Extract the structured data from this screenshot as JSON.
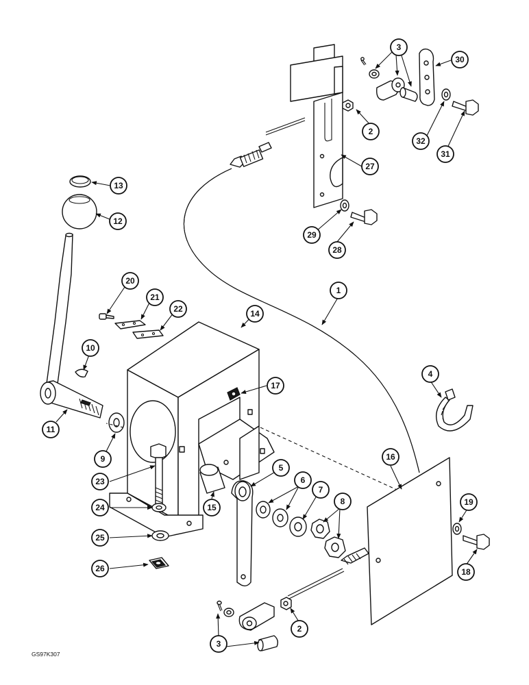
{
  "diagram": {
    "drawing_code": "GS97K307",
    "callouts": [
      "1",
      "2",
      "3",
      "4",
      "5",
      "6",
      "7",
      "8",
      "9",
      "10",
      "11",
      "12",
      "13",
      "14",
      "15",
      "16",
      "17",
      "18",
      "19",
      "20",
      "21",
      "22",
      "23",
      "24",
      "25",
      "26",
      "27",
      "28",
      "29",
      "30",
      "31",
      "32"
    ],
    "repeated_callouts": {
      "second_2": "2",
      "second_3": "3"
    }
  }
}
